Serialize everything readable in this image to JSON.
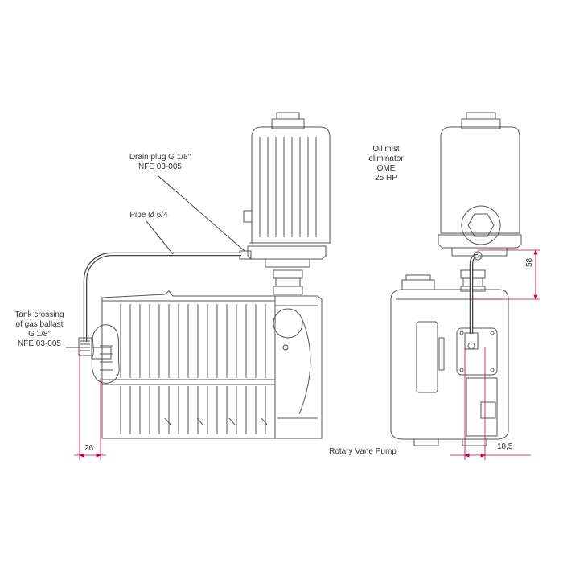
{
  "labels": {
    "drain_plug_line1": "Drain plug G 1/8\"",
    "drain_plug_line2": "NFE 03-005",
    "pipe": "Pipe Ø 6/4",
    "tank_line1": "Tank crossing",
    "tank_line2": "of gas ballast",
    "tank_line3": "G 1/8\"",
    "tank_line4": "NFE 03-005",
    "oil_line1": "Oil mist",
    "oil_line2": "eliminator",
    "oil_line3": "OME",
    "oil_line4": "25 HP",
    "pump": "Rotary Vane Pump"
  },
  "dimensions": {
    "left_offset": "26",
    "height": "58",
    "right_offset": "18,5"
  },
  "colors": {
    "outline": "#555555",
    "dimension": "#c0004a",
    "pipe": "#444444"
  }
}
